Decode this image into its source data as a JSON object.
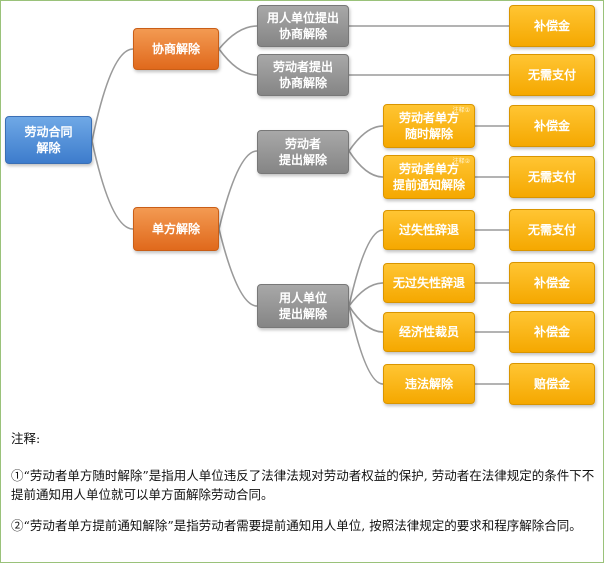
{
  "diagram": {
    "root": "劳动合同\n解除",
    "negotiated": {
      "label": "协商解除",
      "initiators": [
        {
          "label": "用人单位提出\n协商解除",
          "result": "补偿金"
        },
        {
          "label": "劳动者提出\n协商解除",
          "result": "无需支付"
        }
      ]
    },
    "unilateral": {
      "label": "单方解除",
      "worker": {
        "label": "劳动者\n提出解除",
        "types": [
          {
            "label": "劳动者单方\n随时解除",
            "note": "注释①",
            "result": "补偿金"
          },
          {
            "label": "劳动者单方\n提前通知解除",
            "note": "注释②",
            "result": "无需支付"
          }
        ]
      },
      "employer": {
        "label": "用人单位\n提出解除",
        "types": [
          {
            "label": "过失性辞退",
            "result": "无需支付"
          },
          {
            "label": "无过失性辞退",
            "result": "补偿金"
          },
          {
            "label": "经济性裁员",
            "result": "补偿金"
          },
          {
            "label": "违法解除",
            "result": "赔偿金"
          }
        ]
      }
    }
  },
  "notes": {
    "heading": "注释:",
    "items": [
      "①“劳动者单方随时解除”是指用人单位违反了法律法规对劳动者权益的保护, 劳动者在法律规定的条件下不提前通知用人单位就可以单方面解除劳动合同。",
      "②“劳动者单方提前通知解除”是指劳动者需要提前通知用人单位, 按照法律规定的要求和程序解除合同。"
    ]
  },
  "colors": {
    "root": "#4a8ad8",
    "level1": "#e8782a",
    "level2": "#929292",
    "leaf": "#fbb819",
    "connector": "#9a9a9a"
  }
}
